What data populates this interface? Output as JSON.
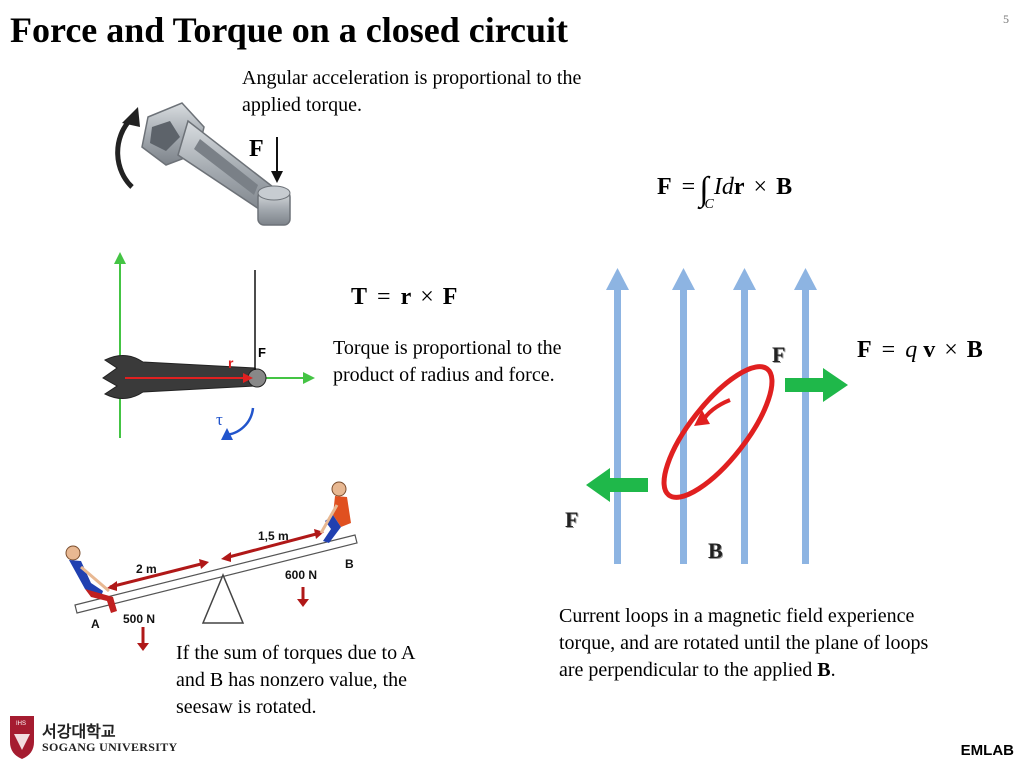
{
  "slide": {
    "title": "Force and Torque on a closed circuit",
    "page_number": "5",
    "footer_label": "EMLAB"
  },
  "top_section": {
    "caption": "Angular acceleration is proportional to the applied torque.",
    "wrench_force_label": "F",
    "equation": {
      "F": "F",
      "eq": "=",
      "integral": "∫",
      "subscript": "C",
      "I": "I",
      "d": "d",
      "r": "r",
      "cross": "×",
      "B": "B"
    }
  },
  "torque_section": {
    "equation": {
      "T": "T",
      "eq": "=",
      "r": "r",
      "cross": "×",
      "F": "F"
    },
    "caption": "Torque is proportional to the product of radius and force.",
    "diagram_labels": {
      "r": "r",
      "F": "F",
      "tau": "τ"
    }
  },
  "seesaw_section": {
    "labels": {
      "A": "A",
      "B": "B",
      "dist_A": "2 m",
      "dist_B": "1,5 m",
      "weight_A": "500 N",
      "weight_B": "600 N"
    },
    "caption": "If the sum of torques due to A and B  has nonzero value, the seesaw is rotated."
  },
  "loop_section": {
    "lorentz_equation": {
      "F": "F",
      "eq": "=",
      "q": "q",
      "v": "v",
      "cross": "×",
      "B": "B"
    },
    "force_label_top": "F",
    "force_label_bottom": "F",
    "field_label": "B",
    "caption_main": "Current loops in a magnetic field experience torque, and are rotated until the plane of loops are perpendicular to the applied ",
    "caption_bold": "B",
    "caption_end": "."
  },
  "logo": {
    "korean_name": "서강대학교",
    "english_name": "SOGANG UNIVERSITY",
    "shield_text": "IHS"
  },
  "colors": {
    "field_lines": "#8db4e2",
    "loop": "#e02020",
    "force_arrow": "#1fb84a",
    "axis_green": "#44c444",
    "seesaw_red": "#b01818",
    "logo_red": "#a51c30"
  }
}
